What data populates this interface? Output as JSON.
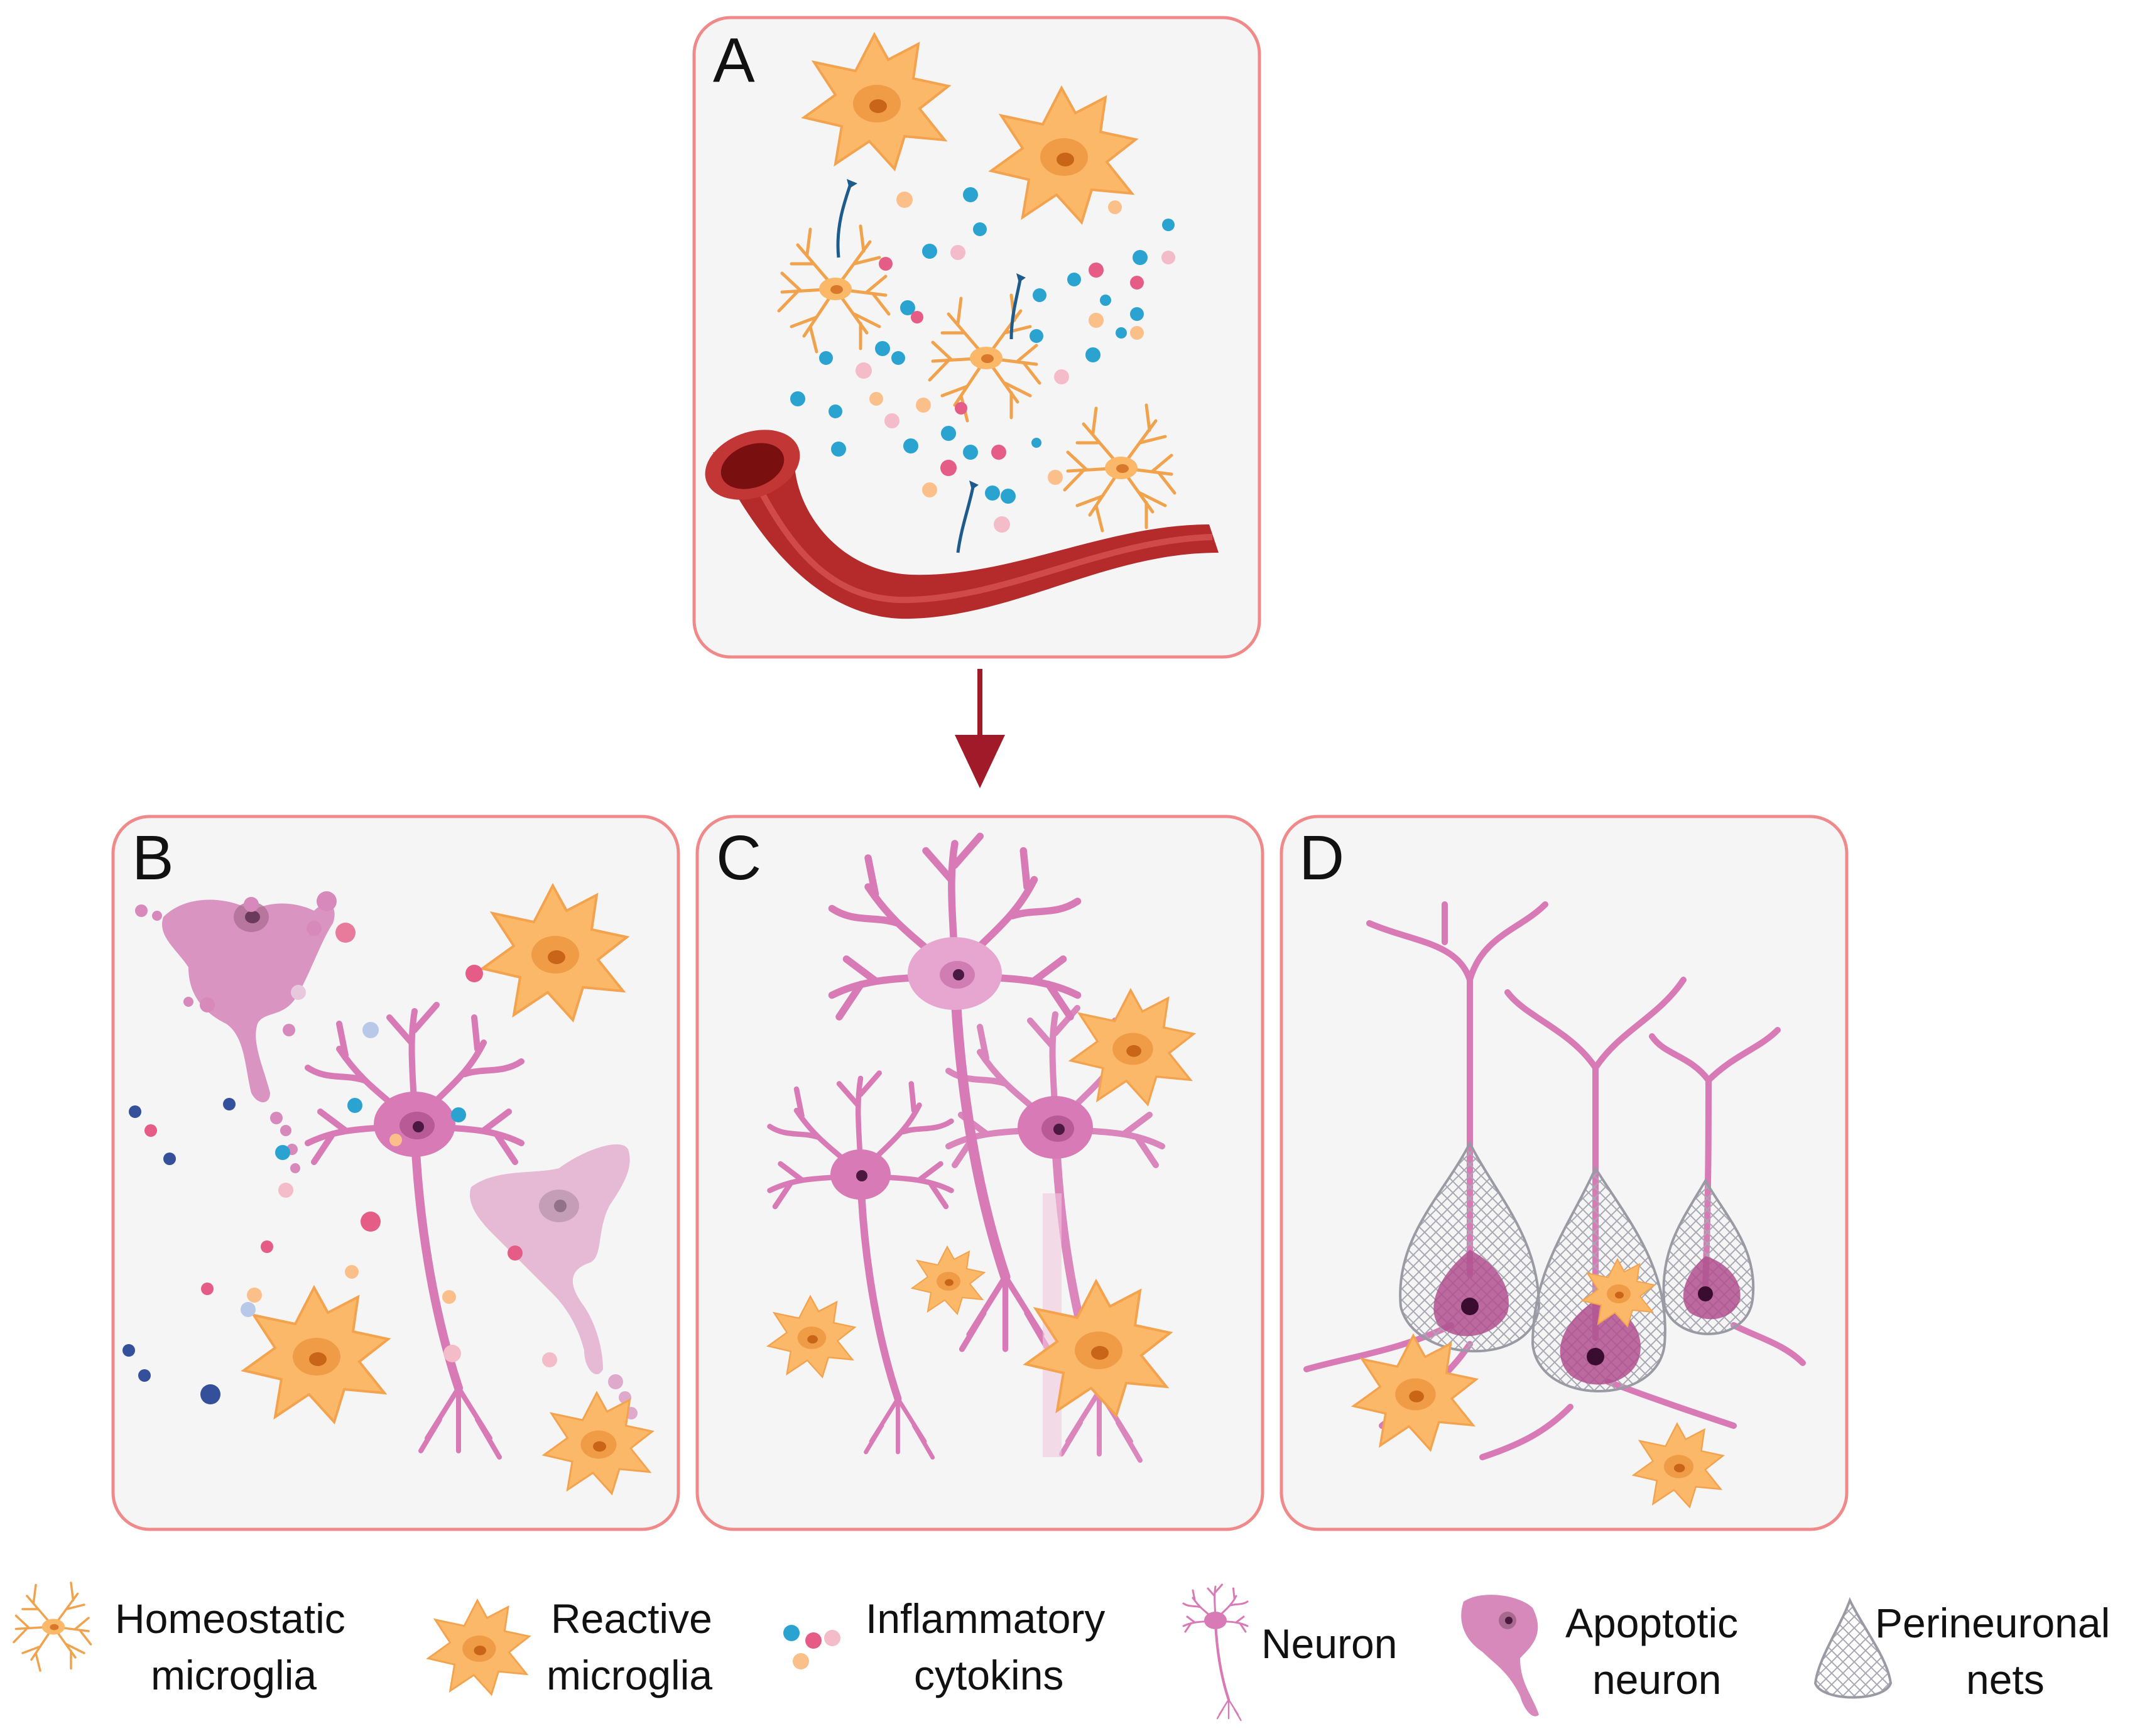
{
  "panels": {
    "a": {
      "label": "A"
    },
    "b": {
      "label": "B"
    },
    "c": {
      "label": "C"
    },
    "d": {
      "label": "D"
    }
  },
  "legend": {
    "homeostatic": {
      "line1": "Homeostatic",
      "line2": "microglia",
      "icon": "homeostatic-microglia-icon"
    },
    "reactive": {
      "line1": "Reactive",
      "line2": "microglia",
      "icon": "reactive-microglia-icon"
    },
    "cytokines": {
      "line1": "Inflammatory",
      "line2": "cytokins",
      "icon": "cytokine-dots-icon"
    },
    "neuron": {
      "line1": "Neuron",
      "icon": "neuron-icon"
    },
    "apoptotic": {
      "line1": "Apoptotic",
      "line2": "neuron",
      "icon": "apoptotic-neuron-icon"
    },
    "pnn": {
      "line1": "Perineuronal",
      "line2": "nets",
      "icon": "perineuronal-net-icon"
    }
  },
  "colors": {
    "panel_border": "#f08a8a",
    "panel_fill": "#f5f5f5",
    "microglia": "#fbb868",
    "microglia_nucleus": "#e6872f",
    "neuron": "#d87ab6",
    "apoptotic": "#d789bb",
    "vessel": "#b52a2a",
    "arrow": "#a01a2a",
    "cytokine_blue": "#2aa3d0",
    "cytokine_pink": "#e55d86",
    "pnn": "#9a9aa4"
  }
}
